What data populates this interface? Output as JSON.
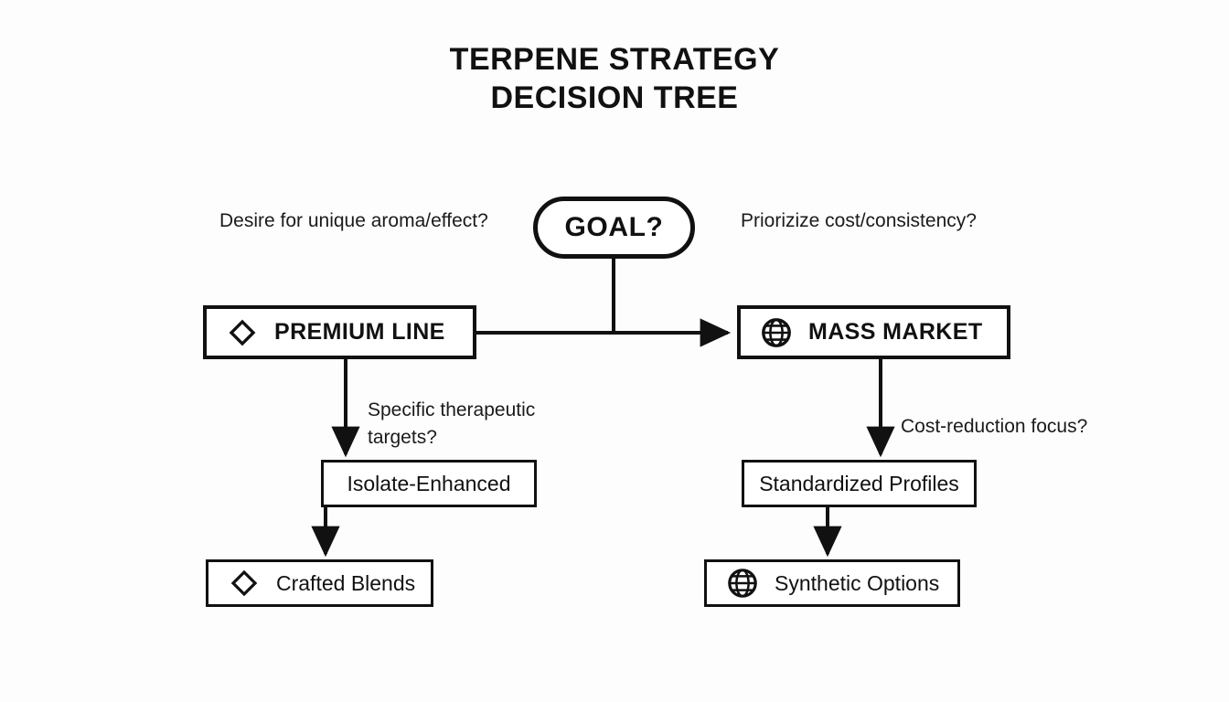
{
  "diagram": {
    "title_line1": "TERPENE STRATEGY",
    "title_line2": "DECISION TREE",
    "background_color": "#fdfdfd",
    "ink_color": "#111111",
    "type": "decision-tree"
  },
  "root": {
    "label": "GOAL?",
    "shape": "rounded-pill"
  },
  "edge_labels": {
    "left_branch": "Desire for unique aroma/effect?",
    "right_branch": "Priorizize cost/consistency?",
    "left_mid": "Specific therapeutic\ntargets?",
    "right_mid": "Cost-reduction focus?"
  },
  "branches": {
    "left": {
      "top": {
        "label": "PREMIUM LINE",
        "icon": "diamond-icon",
        "emphasis": "strong"
      },
      "middle": {
        "label": "Isolate-Enhanced",
        "icon": "none",
        "emphasis": "plain"
      },
      "bottom": {
        "label": "Crafted Blends",
        "icon": "diamond-icon",
        "emphasis": "plain"
      }
    },
    "right": {
      "top": {
        "label": "MASS MARKET",
        "icon": "globe-icon",
        "emphasis": "strong"
      },
      "middle": {
        "label": "Standardized Profiles",
        "icon": "none",
        "emphasis": "plain"
      },
      "bottom": {
        "label": "Synthetic Options",
        "icon": "globe-icon",
        "emphasis": "plain"
      }
    }
  }
}
